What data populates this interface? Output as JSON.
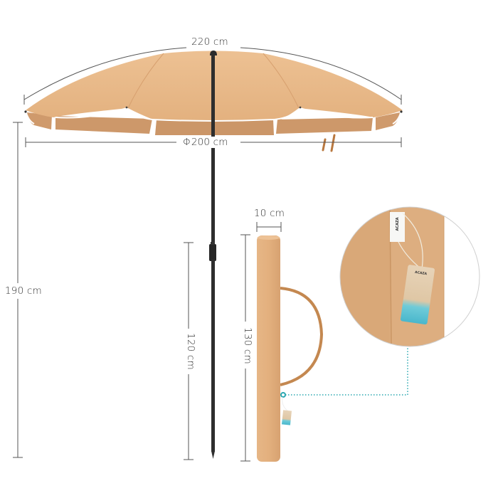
{
  "figure": {
    "type": "product-dimension-diagram",
    "subject": "beach umbrella",
    "colors": {
      "canopy": "#e8b98a",
      "canopy_shade": "#d9a675",
      "valance": "#cf9a6c",
      "piping": "#ffffff",
      "pole": "#2b2b2b",
      "bag": "#e2b07f",
      "bag_shade": "#d29e6c",
      "strap": "#c88a52",
      "dimension_line": "#555555",
      "callout": "#2aa7b0",
      "tag_sea": "#5cc6d6"
    }
  },
  "dimensions": {
    "canopy_arc": "220 cm",
    "canopy_diameter": "Φ200 cm",
    "total_height": "190 cm",
    "lower_pole": "120 cm",
    "bag_length": "130 cm",
    "bag_width": "10 cm"
  },
  "detail_inset": {
    "label_brand": "ACAZA",
    "tag_brand": "ACAZA"
  },
  "bag_tag": {
    "brand": "ACAZA"
  }
}
